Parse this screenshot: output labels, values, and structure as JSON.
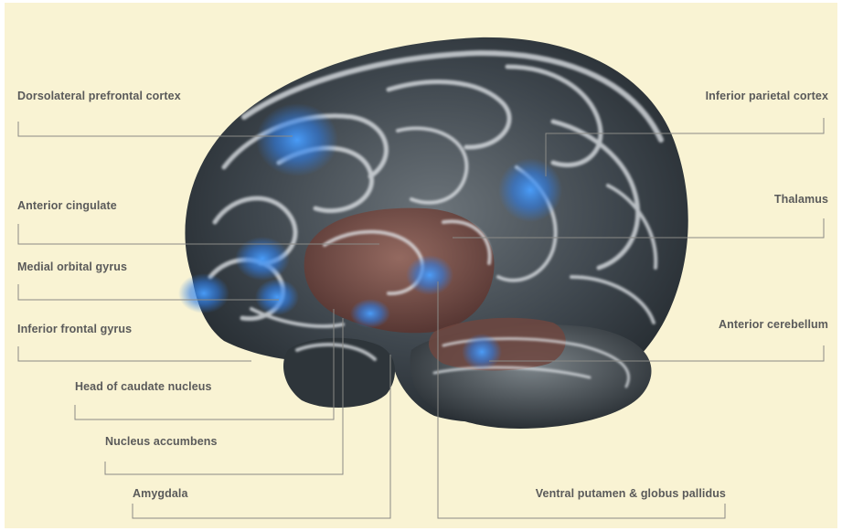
{
  "colors": {
    "background": "#f9f3d3",
    "label_text": "#5a5a5a",
    "leader_line": "#8a8a86",
    "brain_tissue": "#3e464d",
    "gyrus_highlight": "#e4e8ec",
    "deep_structures": "#7a4e45",
    "activation": "#2f7de6"
  },
  "labels": {
    "dlpfc": "Dorsolateral prefrontal cortex",
    "anterior_cingulate": "Anterior cingulate",
    "medial_orbital_gyrus": "Medial orbital gyrus",
    "inferior_frontal_gyrus": "Inferior frontal gyrus",
    "head_of_caudate_nucleus": "Head of caudate nucleus",
    "nucleus_accumbens": "Nucleus accumbens",
    "amygdala": "Amygdala",
    "inferior_parietal_cortex": "Inferior parietal cortex",
    "thalamus": "Thalamus",
    "anterior_cerebellum": "Anterior cerebellum",
    "ventral_putamen_globus_pallidus": "Ventral putamen & globus pallidus"
  }
}
